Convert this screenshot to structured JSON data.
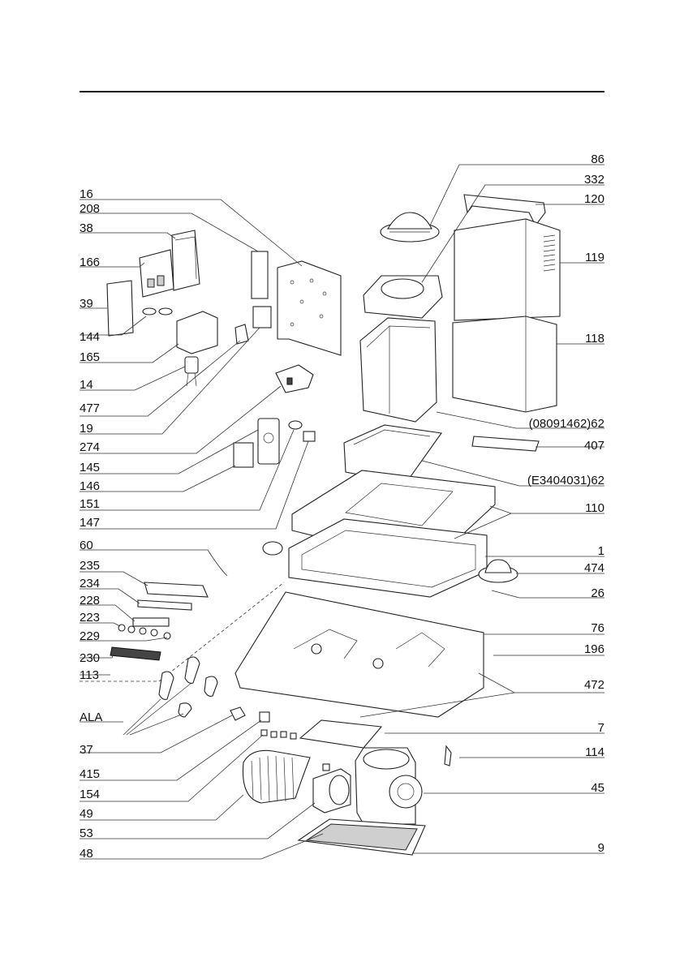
{
  "labels_left": [
    "16",
    "208",
    "38",
    "166",
    "39",
    "144",
    "165",
    "14",
    "477",
    "19",
    "274",
    "145",
    "146",
    "151",
    "147",
    "60",
    "235",
    "234",
    "228",
    "223",
    "229",
    "230",
    "113",
    "ALA",
    "37",
    "415",
    "154",
    "49",
    "53",
    "48"
  ],
  "labels_right": [
    "86",
    "332",
    "120",
    "119",
    "118",
    "(08091462)62",
    "407",
    "(E3404031)62",
    "110",
    "1",
    "474",
    "26",
    "76",
    "196",
    "472",
    "7",
    "114",
    "45",
    "9"
  ],
  "colors": {
    "line": "#222222",
    "fill": "#ffffff",
    "shade": "#cfcfcf"
  }
}
